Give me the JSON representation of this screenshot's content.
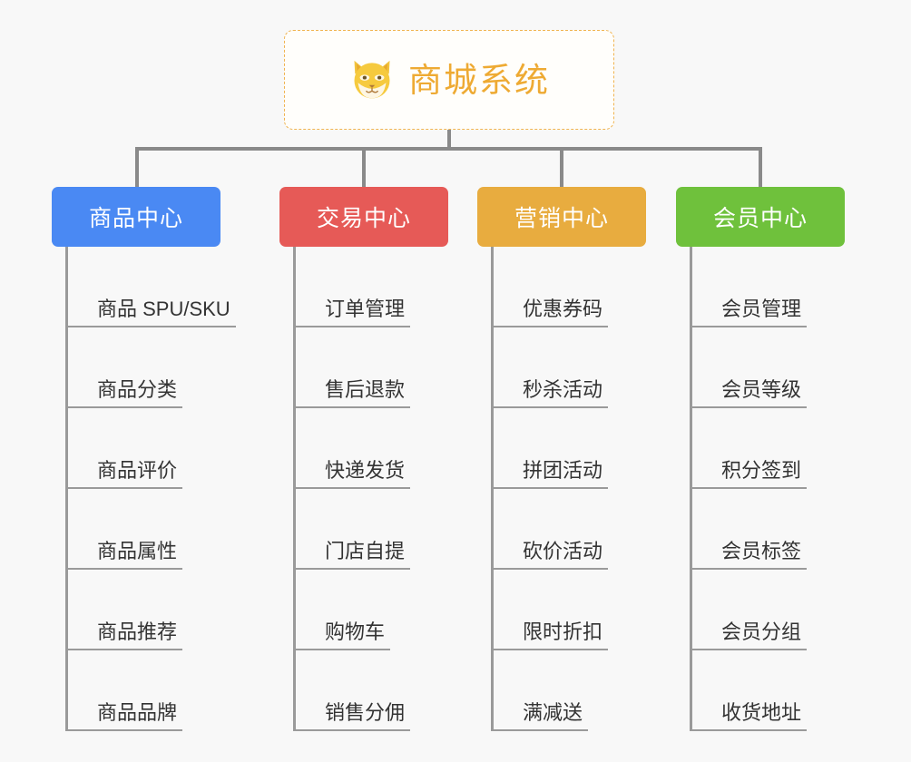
{
  "diagram": {
    "type": "org-tree",
    "background_color": "#f8f8f8",
    "connector_color": "#8a8a8a",
    "root": {
      "label": "商城系统",
      "icon": "shiba-dog-face-icon",
      "text_color": "#eeaa33",
      "border_color": "#f0b450",
      "background_color": "#fffefb"
    },
    "branches": [
      {
        "label": "商品中心",
        "color": "#4a89f3",
        "items": [
          "商品 SPU/SKU",
          "商品分类",
          "商品评价",
          "商品属性",
          "商品推荐",
          "商品品牌"
        ]
      },
      {
        "label": "交易中心",
        "color": "#e65a57",
        "items": [
          "订单管理",
          "售后退款",
          "快递发货",
          "门店自提",
          "购物车",
          "销售分佣"
        ]
      },
      {
        "label": "营销中心",
        "color": "#e8ac3f",
        "items": [
          "优惠券码",
          "秒杀活动",
          "拼团活动",
          "砍价活动",
          "限时折扣",
          "满减送"
        ]
      },
      {
        "label": "会员中心",
        "color": "#6fc13c",
        "items": [
          "会员管理",
          "会员等级",
          "积分签到",
          "会员标签",
          "会员分组",
          "收货地址"
        ]
      }
    ]
  }
}
